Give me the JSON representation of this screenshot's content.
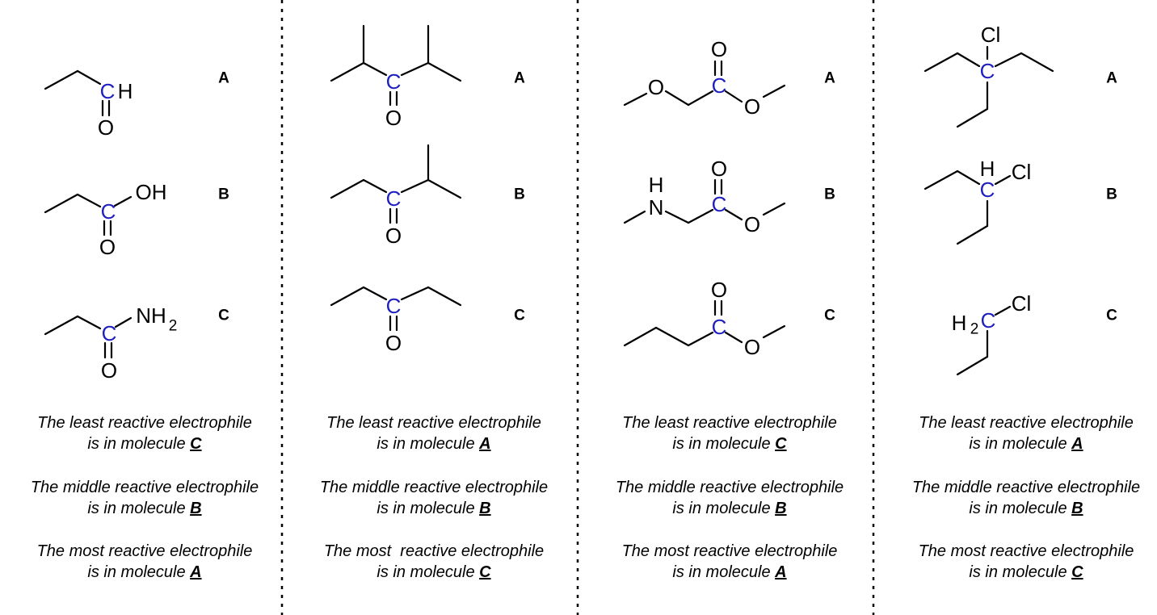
{
  "atom_colors": {
    "highlight": "#1f1fbf",
    "default": "#000000"
  },
  "panels": [
    {
      "molecules": [
        {
          "label": "A",
          "atoms": [
            "C",
            "H",
            "O"
          ]
        },
        {
          "label": "B",
          "atoms": [
            "C",
            "OH",
            "O"
          ]
        },
        {
          "label": "C",
          "atoms": [
            "C",
            "NH",
            "2",
            "O"
          ]
        }
      ],
      "statements": [
        {
          "line1": "The least reactive electrophile",
          "line2": "is in molecule ",
          "answer": "C"
        },
        {
          "line1": "The middle reactive electrophile",
          "line2": "is in molecule ",
          "answer": "B"
        },
        {
          "line1": "The most reactive electrophile",
          "line2": "is in molecule ",
          "answer": "A"
        }
      ]
    },
    {
      "molecules": [
        {
          "label": "A",
          "atoms": [
            "C",
            "O"
          ]
        },
        {
          "label": "B",
          "atoms": [
            "C",
            "O"
          ]
        },
        {
          "label": "C",
          "atoms": [
            "C",
            "O"
          ]
        }
      ],
      "statements": [
        {
          "line1": "The least reactive electrophile",
          "line2": "is in molecule ",
          "answer": "A"
        },
        {
          "line1": "The middle reactive electrophile",
          "line2": "is in molecule ",
          "answer": "B"
        },
        {
          "line1": "The most  reactive electrophile",
          "line2": "is in molecule ",
          "answer": "C"
        }
      ]
    },
    {
      "molecules": [
        {
          "label": "A",
          "atoms": [
            "O",
            "C",
            "O",
            "O"
          ]
        },
        {
          "label": "B",
          "atoms": [
            "H",
            "N",
            "C",
            "O",
            "O"
          ]
        },
        {
          "label": "C",
          "atoms": [
            "C",
            "O",
            "O"
          ]
        }
      ],
      "statements": [
        {
          "line1": "The least reactive electrophile",
          "line2": "is in molecule ",
          "answer": "C"
        },
        {
          "line1": "The middle reactive electrophile",
          "line2": "is in molecule ",
          "answer": "B"
        },
        {
          "line1": "The most reactive electrophile",
          "line2": "is in molecule ",
          "answer": "A"
        }
      ]
    },
    {
      "molecules": [
        {
          "label": "A",
          "atoms": [
            "Cl",
            "C"
          ]
        },
        {
          "label": "B",
          "atoms": [
            "H",
            "C",
            "Cl"
          ]
        },
        {
          "label": "C",
          "atoms": [
            "H",
            "2",
            "C",
            "Cl"
          ]
        }
      ],
      "statements": [
        {
          "line1": "The least reactive electrophile",
          "line2": "is in molecule ",
          "answer": "A"
        },
        {
          "line1": "The middle reactive electrophile",
          "line2": "is in molecule ",
          "answer": "B"
        },
        {
          "line1": "The most reactive electrophile",
          "line2": "is in molecule ",
          "answer": "C"
        }
      ]
    }
  ]
}
